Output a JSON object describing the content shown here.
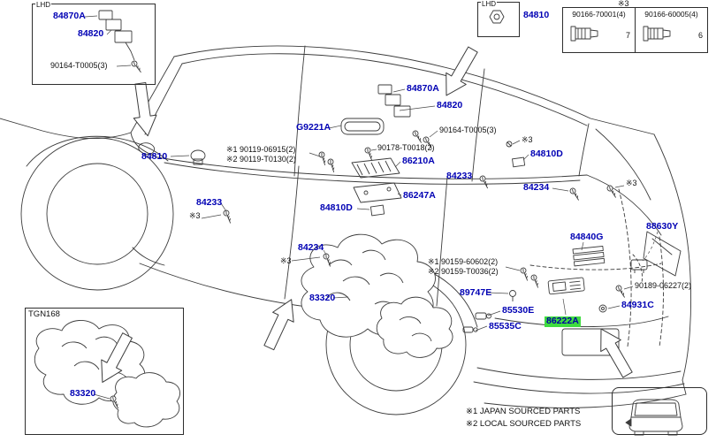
{
  "colors": {
    "link": "#0000b4",
    "highlight": "#3fdc3f",
    "line": "#3c3c3c"
  },
  "legend": {
    "japan": "※1 JAPAN SOURCED PARTS",
    "local": "※2 LOCAL SOURCED PARTS"
  },
  "boxes": {
    "lhd_left": {
      "title": "LHD"
    },
    "lhd_mid": {
      "title": "LHD",
      "part": "84810"
    },
    "fasteners": {
      "note": "※3",
      "cells": [
        {
          "label": "90166-70001(4)",
          "qty": "7"
        },
        {
          "label": "90166-60005(4)",
          "qty": "6"
        }
      ]
    },
    "cover": {
      "code": "TGN168",
      "part": "83320"
    }
  },
  "labels": [
    {
      "text": "84870A",
      "kind": "link"
    },
    {
      "text": "84820",
      "kind": "link"
    },
    {
      "text": "90164-T0005(3)",
      "kind": "plain"
    },
    {
      "text": "84810",
      "kind": "link"
    },
    {
      "text": "84233",
      "kind": "link"
    },
    {
      "text": "※3",
      "kind": "plain"
    },
    {
      "text": "G9221A",
      "kind": "link"
    },
    {
      "text": "※1 90119-06915(2)",
      "kind": "plain"
    },
    {
      "text": "※2 90119-T0130(2)",
      "kind": "plain"
    },
    {
      "text": "90178-T0018(2)",
      "kind": "plain"
    },
    {
      "text": "86210A",
      "kind": "link"
    },
    {
      "text": "86247A",
      "kind": "link"
    },
    {
      "text": "84810D",
      "kind": "link"
    },
    {
      "text": "84870A",
      "kind": "link"
    },
    {
      "text": "84820",
      "kind": "link"
    },
    {
      "text": "90164-T0005(3)",
      "kind": "plain"
    },
    {
      "text": "84233",
      "kind": "link"
    },
    {
      "text": "※3",
      "kind": "plain"
    },
    {
      "text": "84810D",
      "kind": "link"
    },
    {
      "text": "84234",
      "kind": "link"
    },
    {
      "text": "※3",
      "kind": "plain"
    },
    {
      "text": "84840G",
      "kind": "link"
    },
    {
      "text": "88630Y",
      "kind": "link"
    },
    {
      "text": "84234",
      "kind": "link"
    },
    {
      "text": "※3",
      "kind": "plain"
    },
    {
      "text": "83320",
      "kind": "link"
    },
    {
      "text": "※1 90159-60602(2)",
      "kind": "plain"
    },
    {
      "text": "※2 90159-T0036(2)",
      "kind": "plain"
    },
    {
      "text": "89747E",
      "kind": "link"
    },
    {
      "text": "85530E",
      "kind": "link"
    },
    {
      "text": "85535C",
      "kind": "link"
    },
    {
      "text": "86222A",
      "kind": "highlight"
    },
    {
      "text": "90189-06227(2)",
      "kind": "plain"
    },
    {
      "text": "84931C",
      "kind": "link"
    }
  ]
}
